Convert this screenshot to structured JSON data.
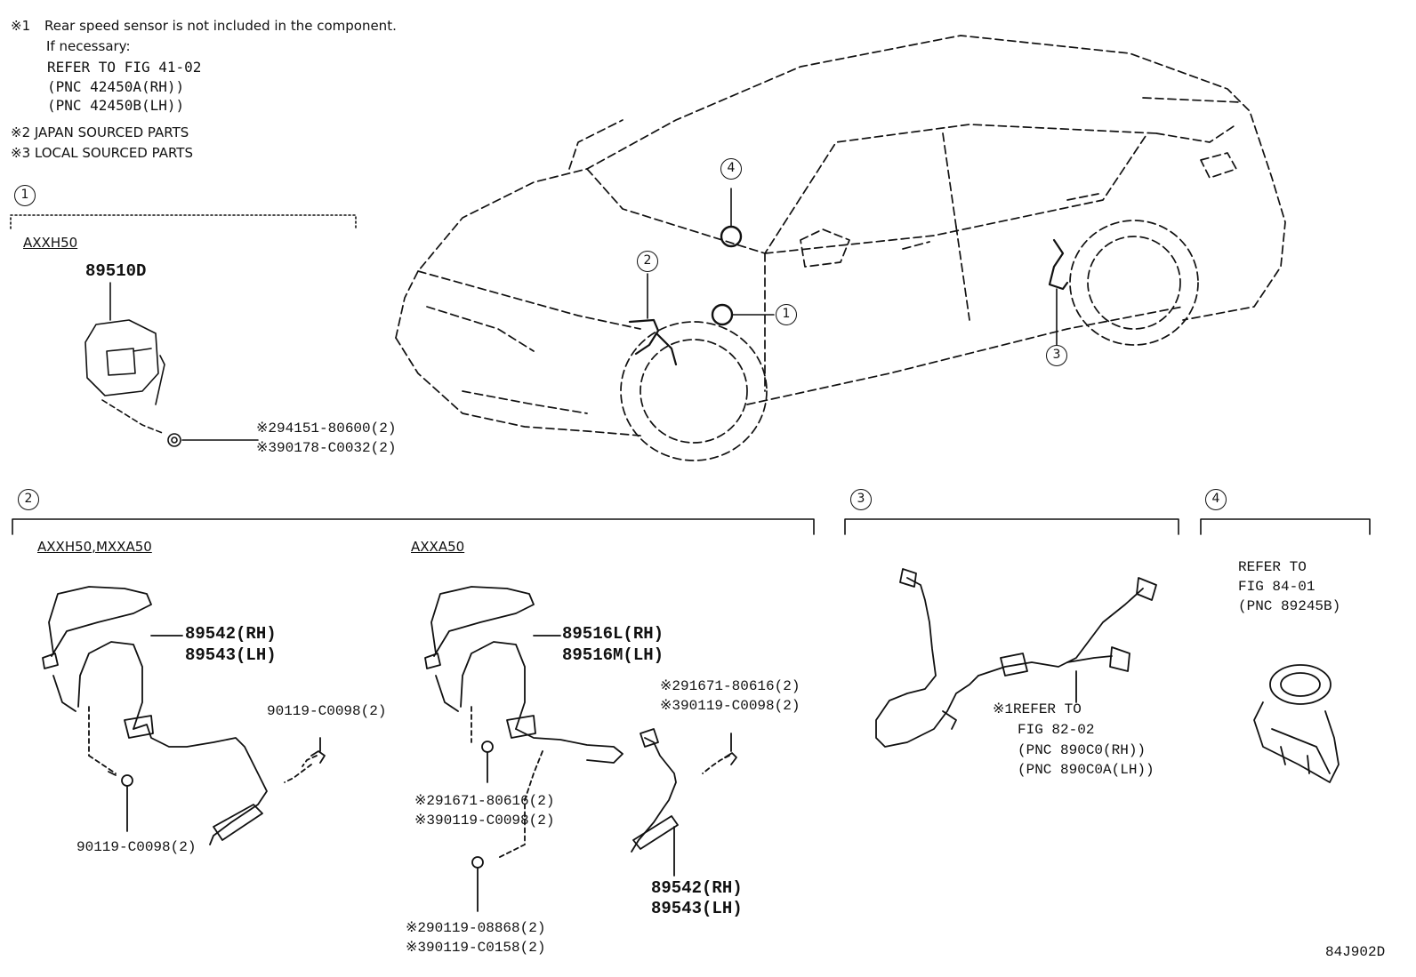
{
  "notes": {
    "n1_mark": "※1",
    "n1_text": "Rear speed sensor is not included in the component.",
    "n1_sub": "If necessary:",
    "n1_ref1": "REFER TO FIG 41-02",
    "n1_ref2": "(PNC 42450A(RH))",
    "n1_ref3": "(PNC 42450B(LH))",
    "n2": "※2 JAPAN SOURCED PARTS",
    "n3": "※3 LOCAL SOURCED PARTS"
  },
  "callouts": {
    "c1": "1",
    "c2": "2",
    "c3": "3",
    "c4": "4"
  },
  "section1": {
    "model": "AXXH50",
    "part": "89510D",
    "fast1": "※294151-80600(2)",
    "fast2": "※390178-C0032(2)"
  },
  "section2": {
    "model_a": "AXXH50,MXXA50",
    "a_part1": "89542(RH)",
    "a_part2": "89543(LH)",
    "a_bolt_right": "90119-C0098(2)",
    "a_bolt_left": "90119-C0098(2)",
    "model_b": "AXXA50",
    "b_part1": "89516L(RH)",
    "b_part2": "89516M(LH)",
    "b_fast_tr1": "※291671-80616(2)",
    "b_fast_tr2": "※390119-C0098(2)",
    "b_fast_mid1": "※291671-80616(2)",
    "b_fast_mid2": "※390119-C0098(2)",
    "b_fast_bot1": "※290119-08868(2)",
    "b_fast_bot2": "※390119-C0158(2)",
    "b_part3": "89542(RH)",
    "b_part4": "89543(LH)"
  },
  "section3": {
    "ref1": "※1REFER TO",
    "ref2": "FIG 82-02",
    "ref3": "(PNC 890C0(RH))",
    "ref4": "(PNC 890C0A(LH))"
  },
  "section4": {
    "ref1": "REFER TO",
    "ref2": "FIG 84-01",
    "ref3": "(PNC 89245B)"
  },
  "figure_id": "84J902D"
}
